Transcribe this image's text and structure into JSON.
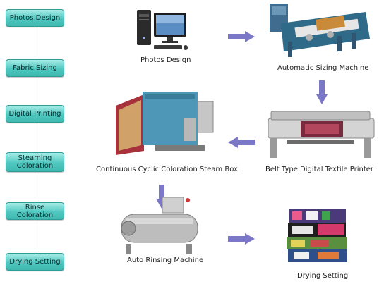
{
  "process_steps": [
    {
      "label": "Photos Design"
    },
    {
      "label": "Fabric Sizing"
    },
    {
      "label": "Digital Printing"
    },
    {
      "label": "Steaming Coloration"
    },
    {
      "label": "Rinse Coloration"
    },
    {
      "label": "Drying Setting"
    }
  ],
  "machines": {
    "photos_design": "Photos Design",
    "sizing": "Automatic Sizing Machine",
    "printer": "Belt Type Digital Textile Printer",
    "steam_box": "Continuous Cyclic Coloration Steam Box",
    "rinsing": "Auto Rinsing Machine",
    "drying": "Drying Setting"
  },
  "colors": {
    "step_button": "#4fc8c0",
    "flow_arrow": "#7b78c8"
  }
}
